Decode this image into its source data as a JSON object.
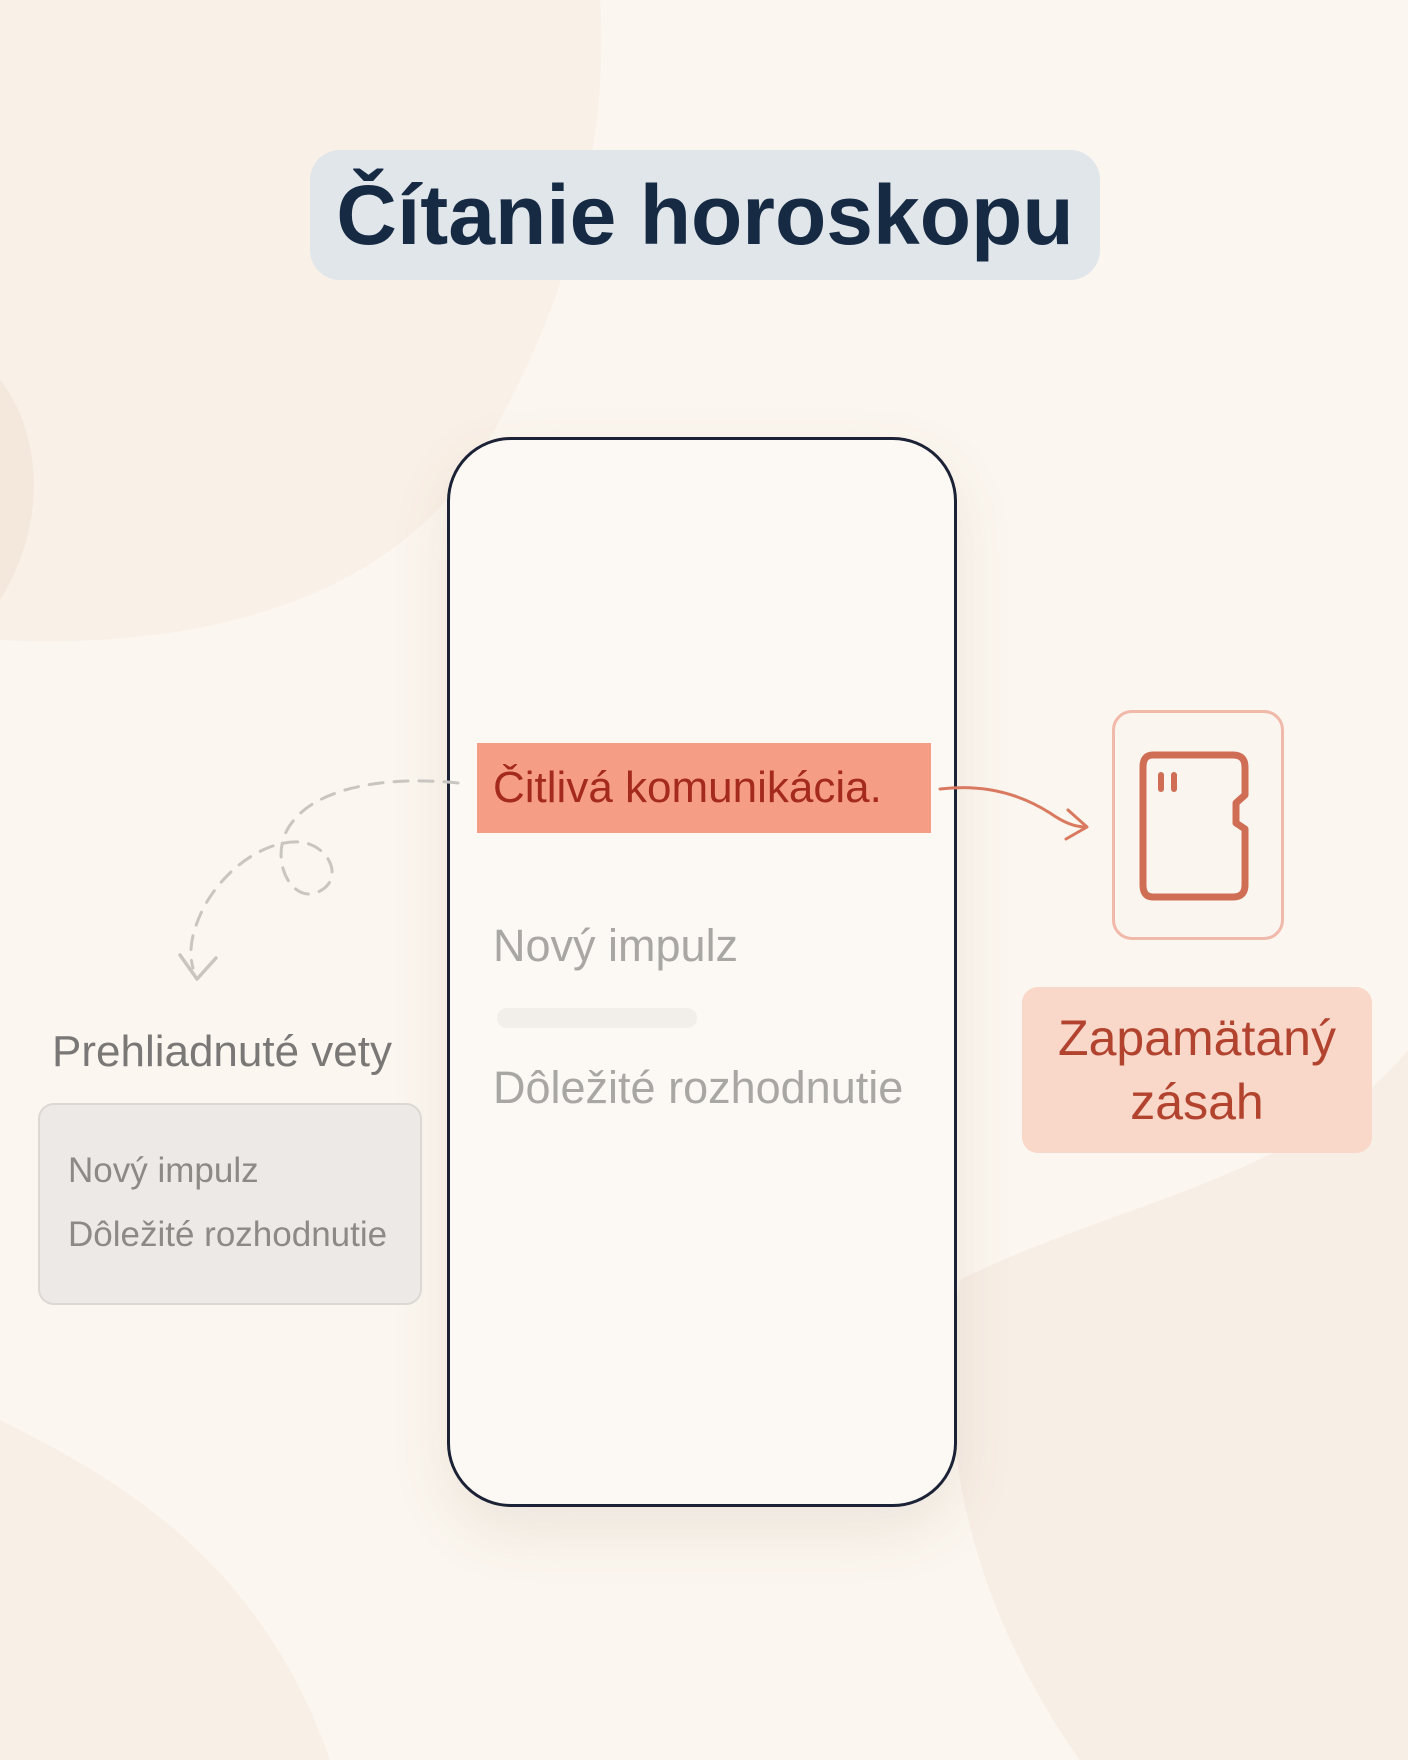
{
  "title": "Čítanie horoskopu",
  "phone": {
    "highlighted_sentence": "Čitlivá komunikácia.",
    "faded_sentences": [
      "Nový impulz",
      "Dôležité rozhodnutie"
    ]
  },
  "skipped": {
    "label": "Prehliadnuté vety",
    "items": [
      "Nový impulz",
      "Dôležité rozhodnutie"
    ]
  },
  "remembered": {
    "label": "Zapamätaný zásah"
  },
  "icons": {
    "memory": "memory-card-icon",
    "arrow_right": "arrow-right-icon",
    "arrow_down": "dashed-arrow-icon"
  },
  "colors": {
    "background": "#fbf6ef",
    "title_pill": "#e0e6ea",
    "title_text": "#172a44",
    "highlight": "#f59e85",
    "highlight_text": "#a52a1e",
    "accent": "#d97a60",
    "remembered_bg": "#f9d7c9",
    "faded_text": "#a9a7a4"
  }
}
